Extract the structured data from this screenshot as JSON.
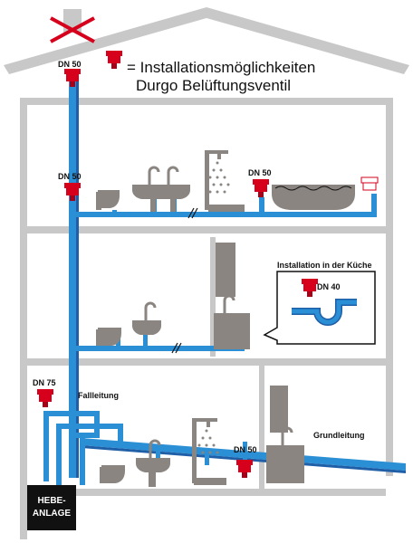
{
  "legend": {
    "line1": "= Installationsmöglichkeiten",
    "line2": "Durgo Belüftungsventil"
  },
  "valves": {
    "roof": "DN 50",
    "floor2": "DN 50",
    "bath": "DN 50",
    "ground_left": "DN 75",
    "ground_mid": "DN 50",
    "kitchen": "DN 40"
  },
  "labels": {
    "kitchen_title": "Installation in der Küche",
    "fallleitung": "Fallleitung",
    "grundleitung": "Grundleitung",
    "hebe_line1": "HEBE-",
    "hebe_line2": "ANLAGE"
  },
  "colors": {
    "pipe": "#2a8fd4",
    "pipe_dark": "#1f5fa8",
    "valve": "#d6001c",
    "wall": "#c8c8c8",
    "fixture": "#8a8580",
    "hebe": "#111111"
  }
}
